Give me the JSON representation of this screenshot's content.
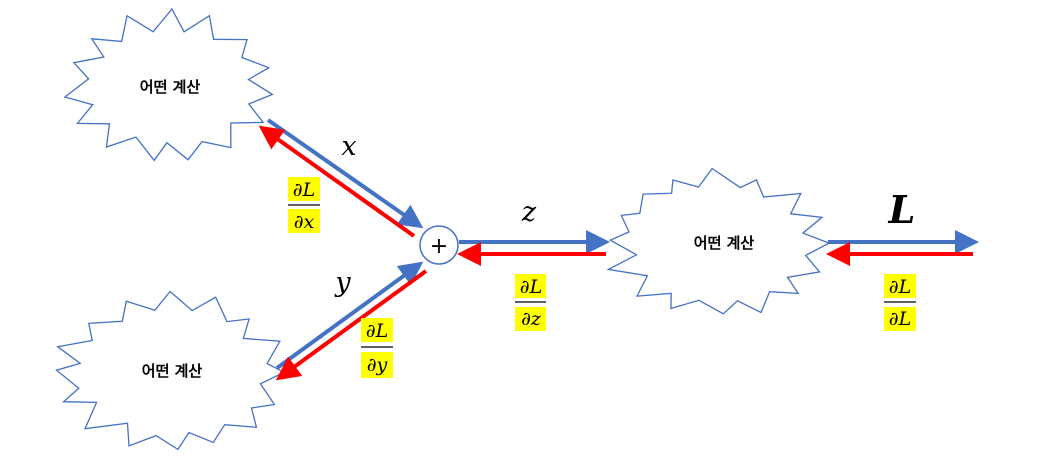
{
  "nodes": {
    "top_left": "어떤 계산",
    "bottom_left": "어떤 계산",
    "right": "어떤 계산"
  },
  "add_node": "+",
  "variables": {
    "x": "x",
    "y": "y",
    "z": "z",
    "L": "L"
  },
  "gradients": {
    "dx": {
      "num": "∂L",
      "den": "∂x"
    },
    "dy": {
      "num": "∂L",
      "den": "∂y"
    },
    "dz": {
      "num": "∂L",
      "den": "∂z"
    },
    "dL": {
      "num": "∂L",
      "den": "∂L"
    }
  },
  "colors": {
    "forward": "#4472c4",
    "backward": "#ff0000",
    "highlight": "#ffff00",
    "burst_outline": "#4472c4"
  }
}
